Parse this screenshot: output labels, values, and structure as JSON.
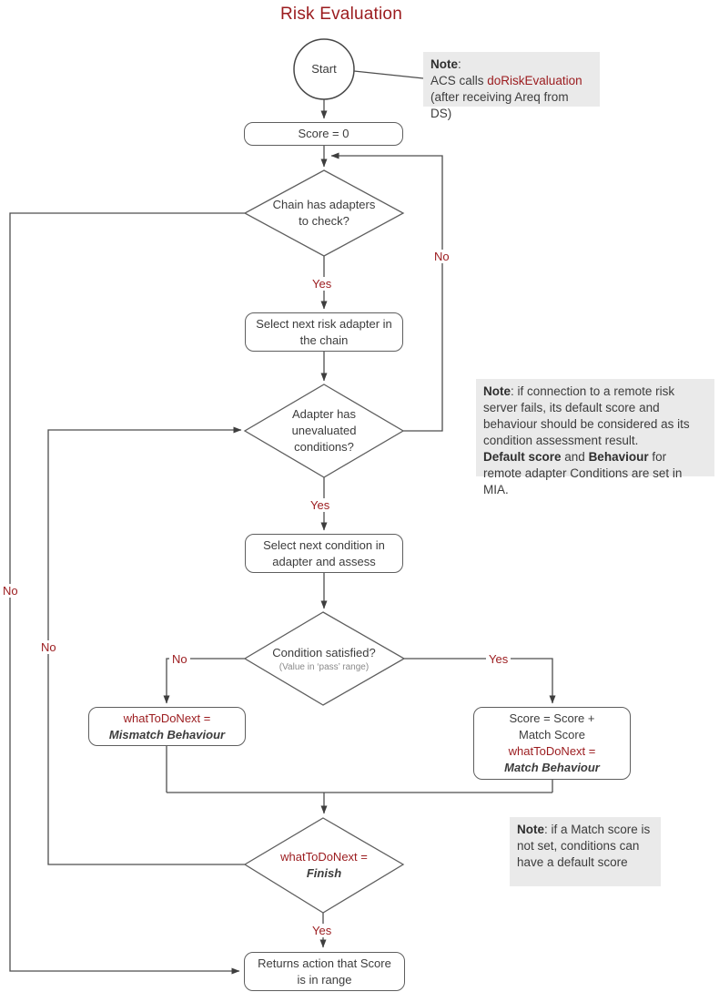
{
  "title": "Risk Evaluation",
  "colors": {
    "accent_red": "#9b1b1e",
    "note_background": "#eaeaea",
    "line_gray": "#4d4d4d",
    "shape_border_gray": "#5e5e5e",
    "text_gray": "#3c3c3c"
  },
  "nodes": {
    "start": {
      "label": "Start"
    },
    "init_score": {
      "label": "Score = 0"
    },
    "chain_check": {
      "line1": "Chain has adapters",
      "line2": "to check?"
    },
    "select_adapter": {
      "line1": "Select next risk adapter in",
      "line2": "the chain"
    },
    "adapter_conditions": {
      "line1": "Adapter has",
      "line2": "unevaluated",
      "line3": "conditions?"
    },
    "select_condition": {
      "line1": "Select next condition in",
      "line2": "adapter and assess"
    },
    "condition_satisfied": {
      "question": "Condition satisfied?",
      "subtext": "(Value in ‘pass’ range)"
    },
    "mismatch_action": {
      "line1": "whatToDoNext =",
      "line2": "Mismatch Behaviour"
    },
    "match_action": {
      "line1": "Score = Score +",
      "line2": "Match Score",
      "line3": "whatToDoNext =",
      "line4": "Match Behaviour"
    },
    "finish_check": {
      "line1": "whatToDoNext =",
      "line2": "Finish"
    },
    "return_action": {
      "line1": "Returns action that Score",
      "line2": "is in range"
    }
  },
  "edge_labels": {
    "chain_yes": "Yes",
    "chain_no": "No",
    "conditions_yes": "Yes",
    "conditions_no": "No",
    "satisfied_yes": "Yes",
    "satisfied_no": "No",
    "finish_yes": "Yes",
    "finish_no": "No"
  },
  "notes": {
    "start_note": {
      "heading": "Note",
      "colon": ":",
      "line2_plain": "ACS calls ",
      "line2_highlight": "doRiskEvaluation",
      "line3": "(after receiving Areq from DS)"
    },
    "remote_note": {
      "heading": "Note",
      "body1": ": if connection to a remote risk server fails, its default score and behaviour should be considered as its condition assessment result.",
      "bold1": "Default score",
      "joiner": " and ",
      "bold2": "Behaviour",
      "body2": " for remote adapter Conditions are set in MIA."
    },
    "match_note": {
      "heading": "Note",
      "body": ": if a Match score is not set, conditions can have a default score"
    }
  }
}
